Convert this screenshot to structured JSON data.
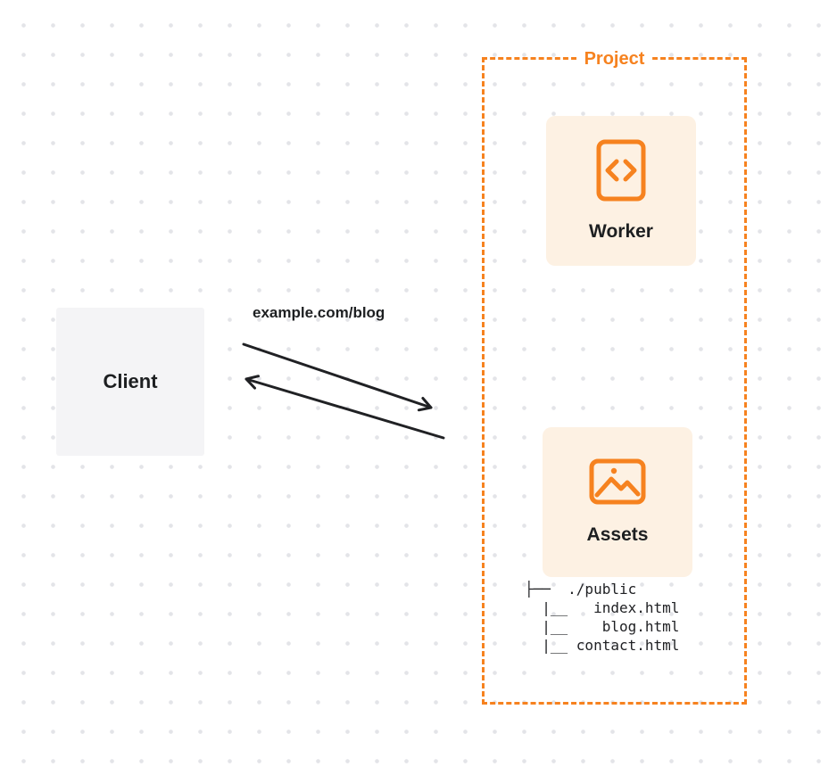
{
  "colors": {
    "orange": "#f6821f",
    "card-bg": "#fdf1e3",
    "client-bg": "#f4f4f6",
    "ink": "#1d1f21",
    "dot": "#e3e4e8"
  },
  "client": {
    "label": "Client"
  },
  "request": {
    "url_label": "example.com/blog"
  },
  "project": {
    "label": "Project",
    "worker": {
      "label": "Worker",
      "icon": "code-icon"
    },
    "assets": {
      "label": "Assets",
      "icon": "image-icon"
    },
    "file_tree": {
      "lines": [
        "├──  ./public",
        "  |__   index.html",
        "  |__    blog.html",
        "  |__ contact.html"
      ]
    }
  }
}
